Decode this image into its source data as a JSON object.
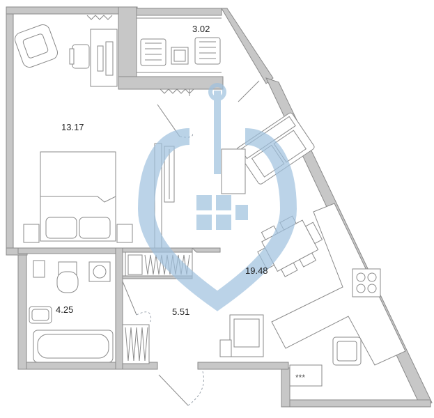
{
  "rooms": {
    "balcony": {
      "area": "3.02"
    },
    "bedroom": {
      "area": "13.17"
    },
    "kitchen_living": {
      "area": "19.48"
    },
    "bathroom": {
      "area": "4.25"
    },
    "hallway": {
      "area": "5.51"
    }
  },
  "colors": {
    "wall": "#c7c7c7",
    "wall_stroke": "#8a8a8a",
    "watermark": "#9ec1de",
    "text": "#222222"
  },
  "watermark": {
    "icon": "anchor-heart-logo"
  }
}
